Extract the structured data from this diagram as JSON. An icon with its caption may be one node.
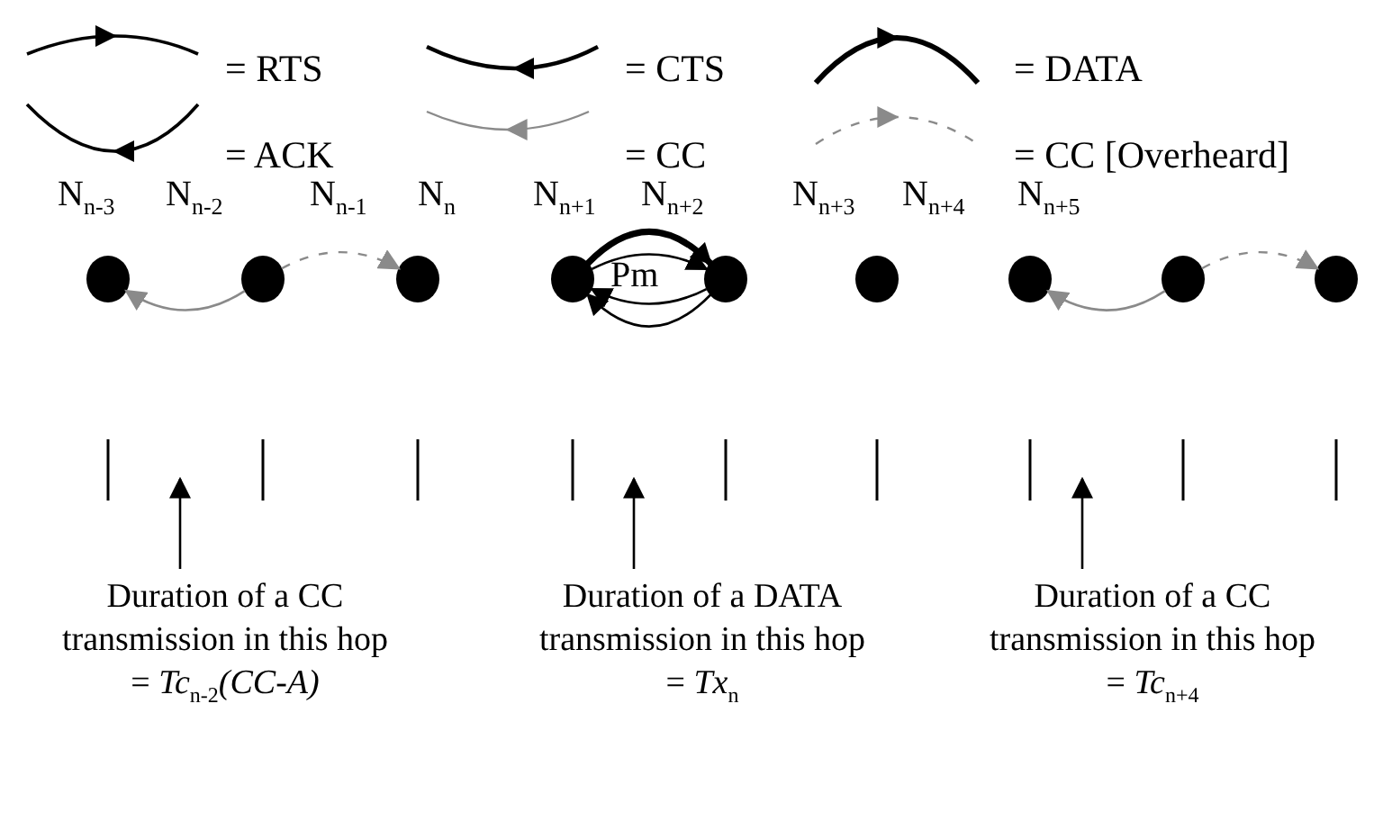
{
  "diagram": {
    "nodes": [
      {
        "text": [],
        "shape": "circle"
      },
      {
        "text": [],
        "shape": "circle"
      },
      {
        "text": [],
        "shape": "circle"
      },
      {
        "text": [],
        "shape": "circle"
      },
      {
        "text": [],
        "shape": "circle"
      },
      {
        "text": [],
        "shape": "circle"
      },
      {
        "text": [],
        "shape": "circle"
      },
      {
        "text": [],
        "shape": "circle"
      },
      {
        "text": [],
        "shape": "circle"
      },
      {
        "text": [
          "Duration of a CC transmission in this hop",
          "= *Tc*$_{n-2}$*(CC-A)*"
        ]
      },
      {
        "text": [
          "Duration of a DATA transmission in this hop",
          "= *Tx*$_{n}$"
        ]
      },
      {
        "text": [
          "Duration of a CC transmission in this hop",
          "= *Tc*$_{n+4}$"
        ]
      }
    ],
    "edges": [
      {
        "from": 1,
        "to": 0,
        "arrow": "to",
        "color": "#8a8a8a"
      },
      {
        "from": 1,
        "to": 2,
        "arrow": "to",
        "style": "dashed",
        "color": "#8a8a8a"
      },
      {
        "from": 3,
        "to": 4,
        "arrow": "to"
      },
      {
        "from": 4,
        "to": 3,
        "arrow": "to"
      },
      {
        "from": 3,
        "to": 4,
        "arrow": "to",
        "style": "thick"
      },
      {
        "from": 4,
        "to": 3,
        "arrow": "to"
      },
      {
        "from": 7,
        "to": 6,
        "arrow": "to",
        "color": "#8a8a8a"
      },
      {
        "from": 7,
        "to": 8,
        "arrow": "to",
        "style": "dashed",
        "color": "#8a8a8a"
      },
      {
        "from": 9,
        "to": null,
        "arrow": "to"
      },
      {
        "from": 10,
        "to": null,
        "arrow": "to"
      },
      {
        "from": 11,
        "to": null,
        "arrow": "to"
      }
    ],
    "labels": [
      "N$_{n-3}$",
      "N$_{n-2}$",
      "N$_{n-1}$",
      "N$_{n}$",
      "N$_{n+1}$",
      "N$_{n+2}$",
      "N$_{n+3}$",
      "N$_{n+4}$",
      "N$_{n+5}$",
      "Pm"
    ],
    "legend": [
      {
        "text": "= RTS"
      },
      {
        "text": "= CTS"
      },
      {
        "text": "= DATA"
      },
      {
        "text": "= ACK"
      },
      {
        "text": "= CC"
      },
      {
        "text": "= CC [Overheard]"
      }
    ]
  }
}
